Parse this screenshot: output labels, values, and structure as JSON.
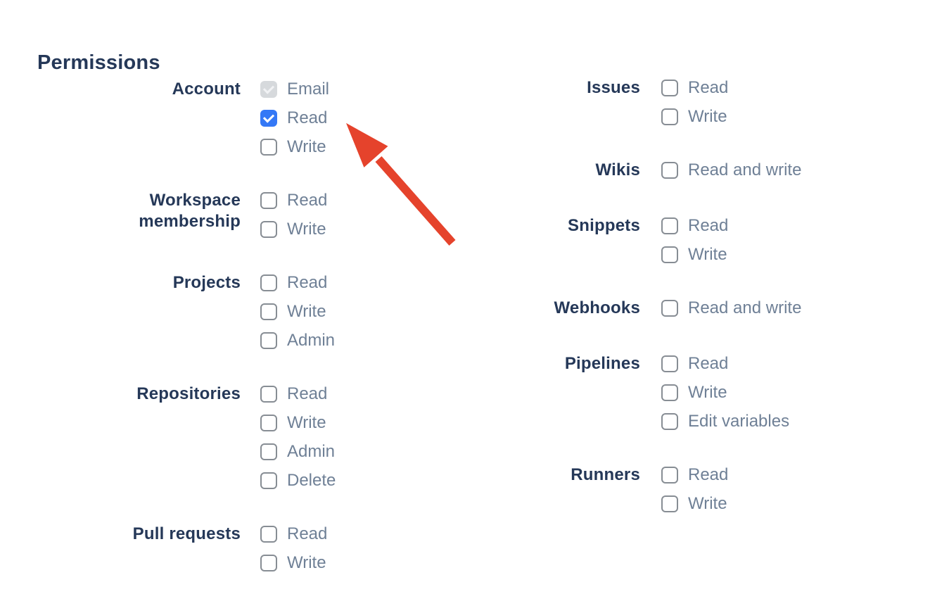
{
  "heading": "Permissions",
  "theme": {
    "background": "#ffffff",
    "heading_color": "#253858",
    "category_label_color": "#253858",
    "option_label_color": "#6f8096",
    "checkbox_border_color": "#878d94",
    "checkbox_checked_color": "#3478f6",
    "checkbox_disabled_color": "#d6d9dc",
    "arrow_color": "#e5432c"
  },
  "annotations": {
    "arrow_icon": "red-arrow-pointing-to-account-read-checkbox"
  },
  "permissions": {
    "left": [
      {
        "label": "Account",
        "options": [
          {
            "label": "Email",
            "state": "disabled-checked"
          },
          {
            "label": "Read",
            "state": "checked"
          },
          {
            "label": "Write",
            "state": "unchecked"
          }
        ]
      },
      {
        "label": "Workspace membership",
        "options": [
          {
            "label": "Read",
            "state": "unchecked"
          },
          {
            "label": "Write",
            "state": "unchecked"
          }
        ]
      },
      {
        "label": "Projects",
        "options": [
          {
            "label": "Read",
            "state": "unchecked"
          },
          {
            "label": "Write",
            "state": "unchecked"
          },
          {
            "label": "Admin",
            "state": "unchecked"
          }
        ]
      },
      {
        "label": "Repositories",
        "options": [
          {
            "label": "Read",
            "state": "unchecked"
          },
          {
            "label": "Write",
            "state": "unchecked"
          },
          {
            "label": "Admin",
            "state": "unchecked"
          },
          {
            "label": "Delete",
            "state": "unchecked"
          }
        ]
      },
      {
        "label": "Pull requests",
        "options": [
          {
            "label": "Read",
            "state": "unchecked"
          },
          {
            "label": "Write",
            "state": "unchecked"
          }
        ]
      }
    ],
    "right": [
      {
        "label": "Issues",
        "options": [
          {
            "label": "Read",
            "state": "unchecked"
          },
          {
            "label": "Write",
            "state": "unchecked"
          }
        ]
      },
      {
        "label": "Wikis",
        "options": [
          {
            "label": "Read and write",
            "state": "unchecked"
          }
        ]
      },
      {
        "label": "Snippets",
        "options": [
          {
            "label": "Read",
            "state": "unchecked"
          },
          {
            "label": "Write",
            "state": "unchecked"
          }
        ]
      },
      {
        "label": "Webhooks",
        "options": [
          {
            "label": "Read and write",
            "state": "unchecked"
          }
        ]
      },
      {
        "label": "Pipelines",
        "options": [
          {
            "label": "Read",
            "state": "unchecked"
          },
          {
            "label": "Write",
            "state": "unchecked"
          },
          {
            "label": "Edit variables",
            "state": "unchecked"
          }
        ]
      },
      {
        "label": "Runners",
        "options": [
          {
            "label": "Read",
            "state": "unchecked"
          },
          {
            "label": "Write",
            "state": "unchecked"
          }
        ]
      }
    ]
  }
}
